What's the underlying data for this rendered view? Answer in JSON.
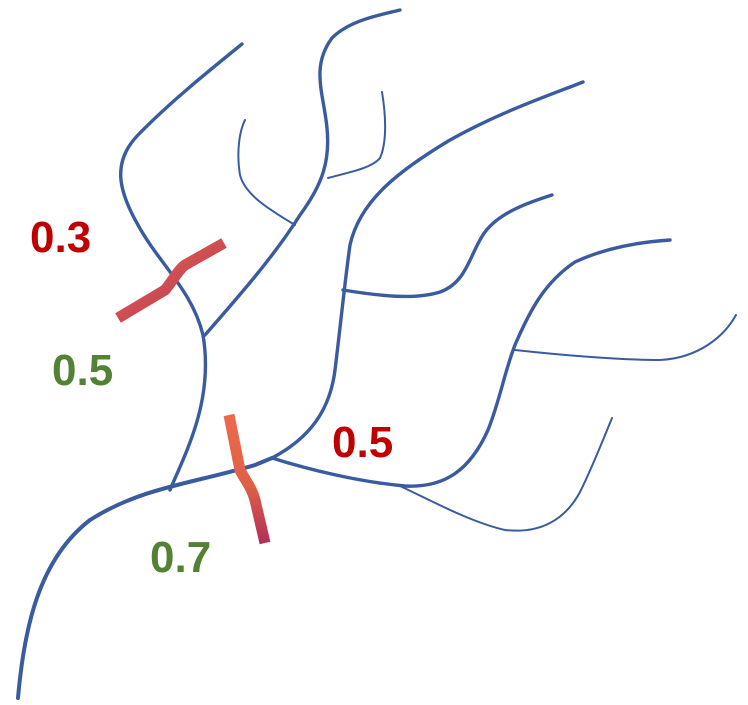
{
  "colors": {
    "river": "#3a5ba0",
    "marker_top": "#ec6a4c",
    "marker_bottom": "#b0305a",
    "label_red": "#c00000",
    "label_green": "#548235"
  },
  "labels": {
    "upper_left_red": "0.3",
    "upper_left_green": "0.5",
    "lower_right_red": "0.5",
    "lower_left_green": "0.7"
  }
}
